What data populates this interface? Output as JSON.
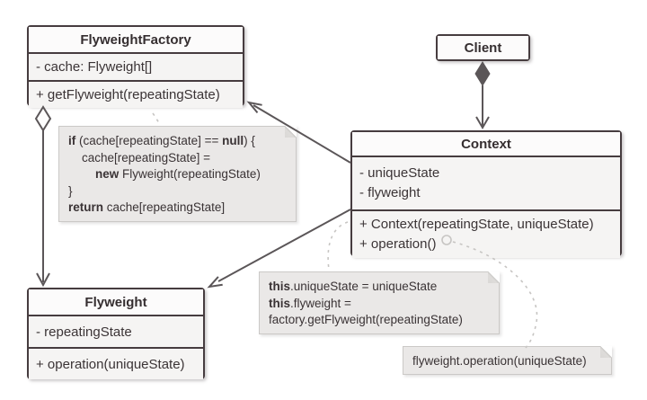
{
  "diagram": {
    "classes": {
      "factory": {
        "title": "FlyweightFactory",
        "attributes": [
          "- cache: Flyweight[]"
        ],
        "methods": [
          "+ getFlyweight(repeatingState)"
        ]
      },
      "client": {
        "title": "Client"
      },
      "context": {
        "title": "Context",
        "attributes": [
          "- uniqueState",
          "- flyweight"
        ],
        "methods": [
          "+ Context(repeatingState, uniqueState)",
          "+ operation()"
        ]
      },
      "flyweight": {
        "title": "Flyweight",
        "attributes": [
          "- repeatingState"
        ],
        "methods": [
          "+ operation(uniqueState)"
        ]
      }
    },
    "notes": {
      "factory_code": {
        "lines": [
          [
            {
              "t": "if",
              "b": 1
            },
            {
              "t": " (cache[repeatingState] == "
            },
            {
              "t": "null",
              "b": 1
            },
            {
              "t": ") {"
            }
          ],
          [
            {
              "t": "    cache[repeatingState] ="
            }
          ],
          [
            {
              "t": "        "
            },
            {
              "t": "new",
              "b": 1
            },
            {
              "t": " Flyweight(repeatingState)"
            }
          ],
          [
            {
              "t": "}"
            }
          ],
          [
            {
              "t": "return",
              "b": 1
            },
            {
              "t": " cache[repeatingState]"
            }
          ]
        ]
      },
      "ctor_code": {
        "lines": [
          [
            {
              "t": "this",
              "b": 1
            },
            {
              "t": ".uniqueState = uniqueState"
            }
          ],
          [
            {
              "t": "this",
              "b": 1
            },
            {
              "t": ".flyweight ="
            }
          ],
          [
            {
              "t": "factory.getFlyweight(repeatingState)"
            }
          ]
        ]
      },
      "operation_code": {
        "lines": [
          [
            {
              "t": "flyweight.operation(uniqueState)"
            }
          ]
        ]
      }
    }
  },
  "colors": {
    "box-border": "#463c3f",
    "line": "#5b5658",
    "dash": "#c7c5c3",
    "note-bg": "#eae8e7",
    "note-border": "#cbc9c7",
    "title-bg": "#fcfbfb",
    "row-bg": "#f5f4f3",
    "ink": "#352e30"
  }
}
